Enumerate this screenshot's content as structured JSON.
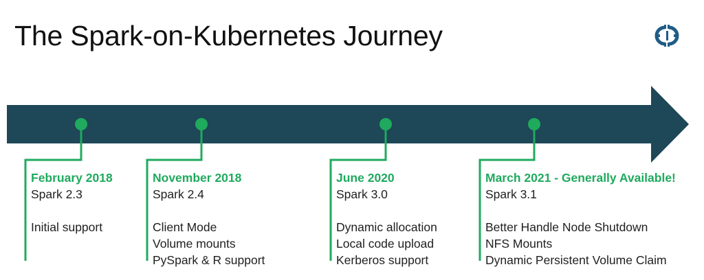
{
  "header": {
    "title": "The Spark-on-Kubernetes Journey",
    "logo_icon": "gear-logo-icon"
  },
  "colors": {
    "arrow": "#1e4757",
    "accent": "#1faa5e",
    "text": "#1f1f1f",
    "logo": "#1f5c86"
  },
  "milestones": [
    {
      "date": "February 2018",
      "version": "Spark 2.3",
      "features": [
        "Initial support"
      ]
    },
    {
      "date": "November 2018",
      "version": "Spark 2.4",
      "features": [
        "Client Mode",
        "Volume mounts",
        "PySpark & R support"
      ]
    },
    {
      "date": "June 2020",
      "version": "Spark 3.0",
      "features": [
        "Dynamic allocation",
        "Local code upload",
        "Kerberos support"
      ]
    },
    {
      "date": "March 2021 - Generally Available!",
      "version": "Spark 3.1",
      "features": [
        "Better Handle Node Shutdown",
        "NFS Mounts",
        "Dynamic Persistent Volume Claim"
      ]
    }
  ]
}
